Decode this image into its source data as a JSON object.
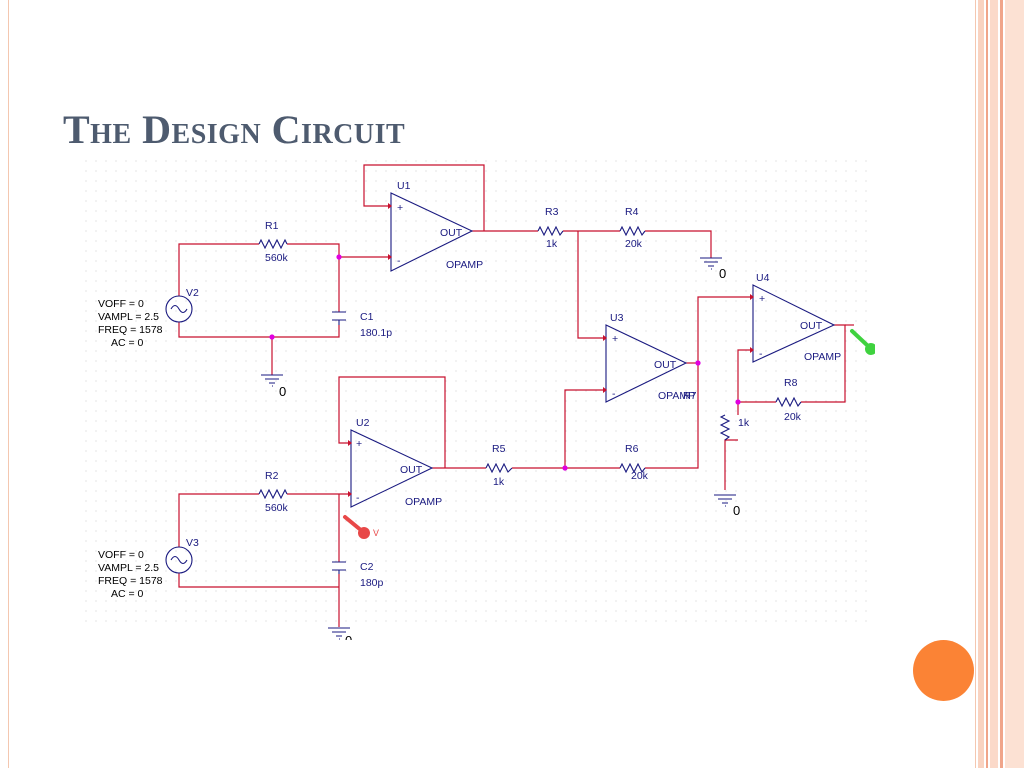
{
  "title": "The Design Circuit",
  "colors": {
    "title": "#4e5b6f",
    "accent": "#fb8335",
    "wire": "#c8102e",
    "component": "#1a1a80",
    "node": "#e000e0"
  },
  "components": {
    "u1": {
      "ref": "U1",
      "model": "OPAMP",
      "plus": "+",
      "minus": "-",
      "out": "OUT"
    },
    "u2": {
      "ref": "U2",
      "model": "OPAMP",
      "plus": "+",
      "minus": "-",
      "out": "OUT"
    },
    "u3": {
      "ref": "U3",
      "model": "OPAMP",
      "plus": "+",
      "minus": "-",
      "out": "OUT"
    },
    "u4": {
      "ref": "U4",
      "model": "OPAMP",
      "plus": "+",
      "minus": "-",
      "out": "OUT"
    },
    "r1": {
      "ref": "R1",
      "value": "560k"
    },
    "r2": {
      "ref": "R2",
      "value": "560k"
    },
    "r3": {
      "ref": "R3",
      "value": "1k"
    },
    "r4": {
      "ref": "R4",
      "value": "20k"
    },
    "r5": {
      "ref": "R5",
      "value": "1k"
    },
    "r6": {
      "ref": "R6",
      "value": "20k"
    },
    "r7": {
      "ref": "R7",
      "value": "1k"
    },
    "r8": {
      "ref": "R8",
      "value": "20k"
    },
    "c1": {
      "ref": "C1",
      "value": "180.1p"
    },
    "c2": {
      "ref": "C2",
      "value": "180p"
    },
    "v2": {
      "ref": "V2",
      "voff": "VOFF = 0",
      "vampl": "VAMPL = 2.5",
      "freq": "FREQ = 1578",
      "ac": "AC = 0"
    },
    "v3": {
      "ref": "V3",
      "voff": "VOFF = 0",
      "vampl": "VAMPL = 2.5",
      "freq": "FREQ = 1578",
      "ac": "AC = 0"
    },
    "ground_label": "0",
    "probe_label": "V"
  }
}
